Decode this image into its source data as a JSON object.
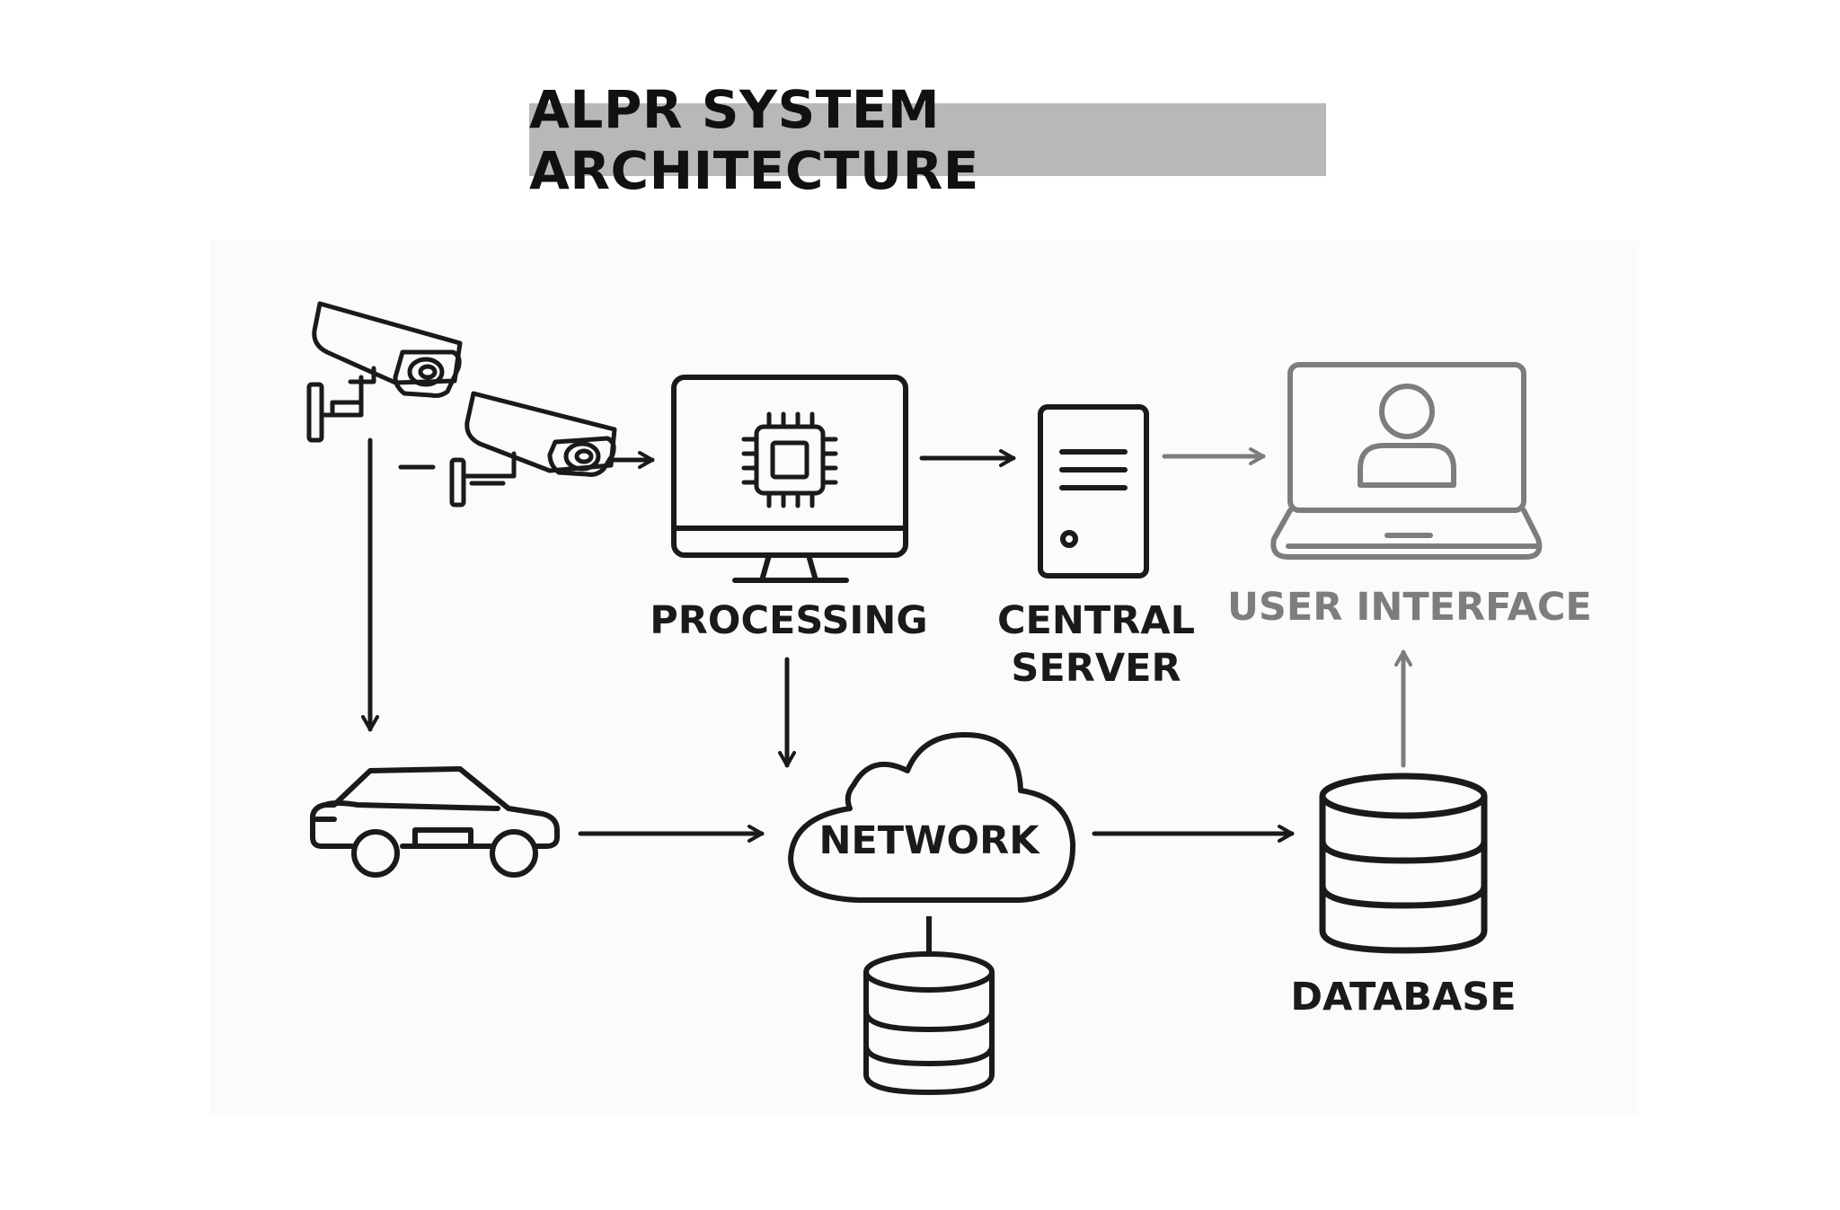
{
  "title": "ALPR SYSTEM ARCHITECTURE",
  "nodes": {
    "processing": {
      "label": "PROCESSING"
    },
    "central_server": {
      "label_line1": "CENTRAL",
      "label_line2": "SERVER"
    },
    "user_interface": {
      "label": "USER INTERFACE"
    },
    "network": {
      "label": "NETWORK"
    },
    "database": {
      "label": "DATABASE"
    }
  },
  "icons": [
    "camera-icon",
    "camera-icon",
    "computer-monitor-icon",
    "cpu-chip-icon",
    "server-tower-icon",
    "laptop-icon",
    "user-icon",
    "car-icon",
    "cloud-icon",
    "database-icon",
    "database-icon"
  ],
  "colors": {
    "stroke": "#1a1a1a",
    "muted": "#7d7d7d",
    "title_bg": "#b8b8b8"
  }
}
